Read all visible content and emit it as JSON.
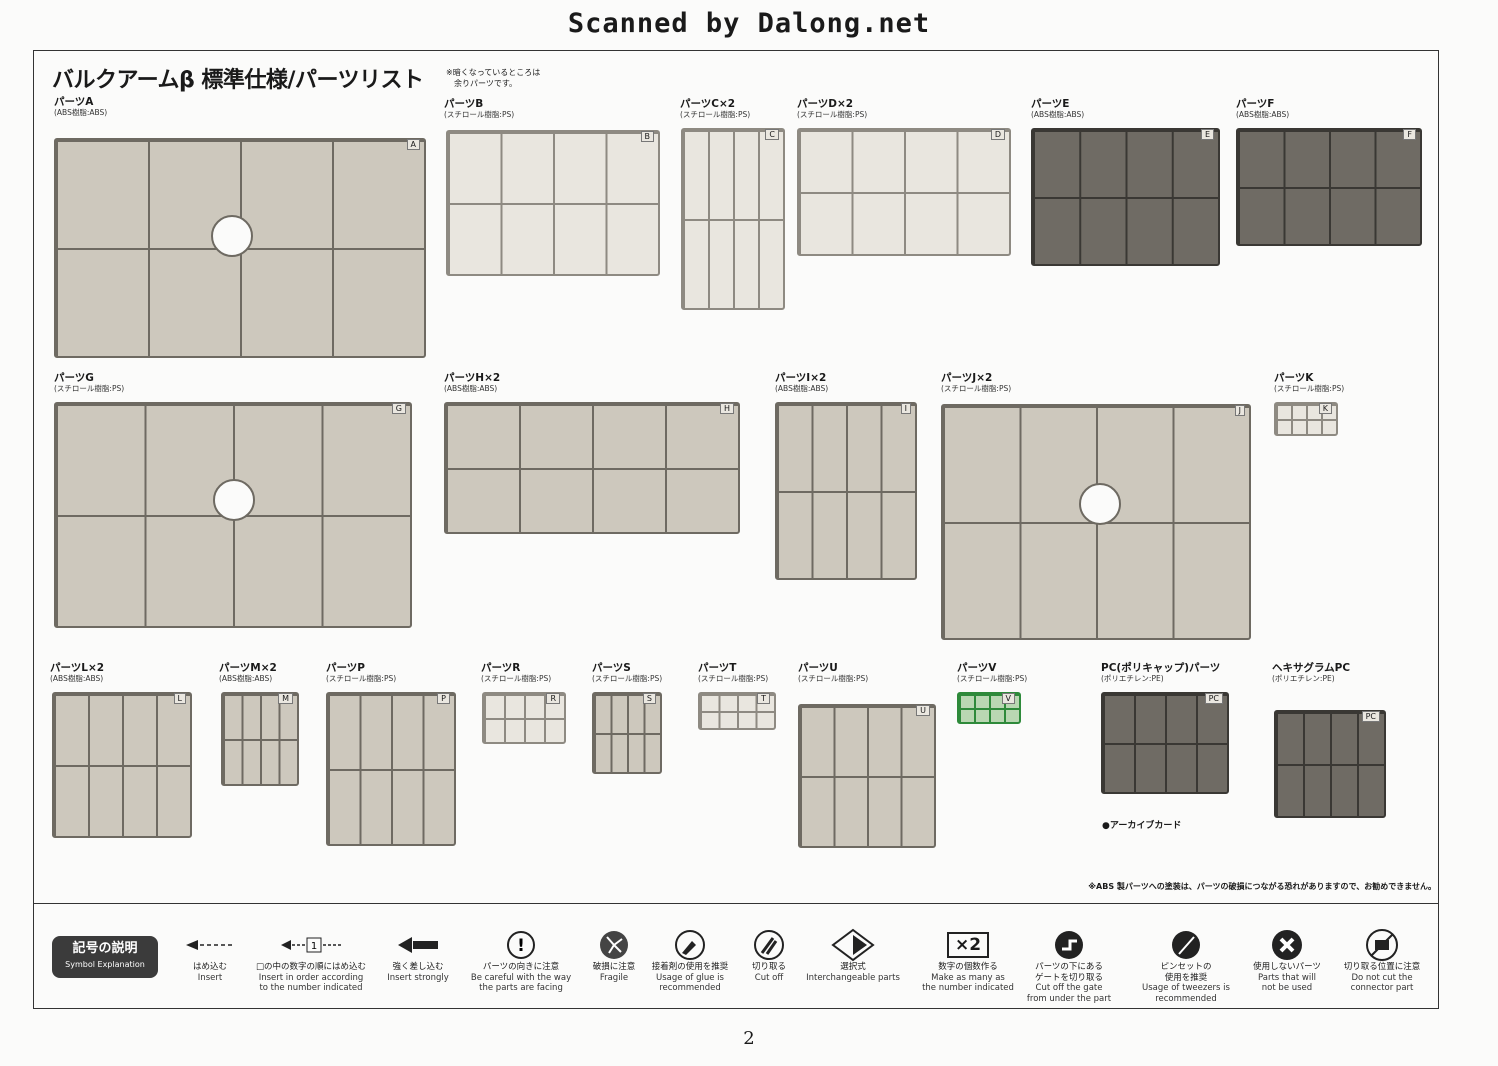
{
  "watermark": "Scanned by Dalong.net",
  "title": "バルクアームβ 標準仕様/パーツリスト",
  "title_note": "※暗くなっているところは\n　余りパーツです。",
  "panels": [
    {
      "name": "パーツA",
      "material": "(ABS樹脂:ABS)",
      "tab": "A"
    },
    {
      "name": "パーツB",
      "material": "(スチロール樹脂:PS)",
      "tab": "B"
    },
    {
      "name": "パーツC×2",
      "material": "(スチロール樹脂:PS)",
      "tab": "C"
    },
    {
      "name": "パーツD×2",
      "material": "(スチロール樹脂:PS)",
      "tab": "D"
    },
    {
      "name": "パーツE",
      "material": "(ABS樹脂:ABS)",
      "tab": "E"
    },
    {
      "name": "パーツF",
      "material": "(ABS樹脂:ABS)",
      "tab": "F"
    },
    {
      "name": "パーツG",
      "material": "(スチロール樹脂:PS)",
      "tab": "G"
    },
    {
      "name": "パーツH×2",
      "material": "(ABS樹脂:ABS)",
      "tab": "H"
    },
    {
      "name": "パーツI×2",
      "material": "(ABS樹脂:ABS)",
      "tab": "I"
    },
    {
      "name": "パーツJ×2",
      "material": "(スチロール樹脂:PS)",
      "tab": "J"
    },
    {
      "name": "パーツK",
      "material": "(スチロール樹脂:PS)",
      "tab": "K"
    },
    {
      "name": "パーツL×2",
      "material": "(ABS樹脂:ABS)",
      "tab": "L"
    },
    {
      "name": "パーツM×2",
      "material": "(ABS樹脂:ABS)",
      "tab": "M"
    },
    {
      "name": "パーツP",
      "material": "(スチロール樹脂:PS)",
      "tab": "P"
    },
    {
      "name": "パーツR",
      "material": "(スチロール樹脂:PS)",
      "tab": "R"
    },
    {
      "name": "パーツS",
      "material": "(スチロール樹脂:PS)",
      "tab": "S"
    },
    {
      "name": "パーツT",
      "material": "(スチロール樹脂:PS)",
      "tab": "T"
    },
    {
      "name": "パーツU",
      "material": "(スチロール樹脂:PS)",
      "tab": "U"
    },
    {
      "name": "パーツV",
      "material": "(スチロール樹脂:PS)",
      "tab": "V"
    },
    {
      "name": "PC(ポリキャップ)パーツ",
      "material": "(ポリエチレン:PE)",
      "tab": "PC"
    },
    {
      "name": "ヘキサグラムPC",
      "material": "(ポリエチレン:PE)",
      "tab": "PC"
    }
  ],
  "archive_card": "●アーカイブカード",
  "overflow_note": "※ABS 製パーツへの塗装は、パーツの破損につながる恐れがありますので、お勧めできません。",
  "legend": {
    "badge_jp": "記号の説明",
    "badge_en": "Symbol Explanation",
    "symbols": [
      {
        "jp": "はめ込む",
        "en": "Insert",
        "icon": "insert-arrow-icon"
      },
      {
        "jp": "□の中の数字の順にはめ込む",
        "en": "Insert in order according\nto the number indicated",
        "icon": "numbered-insert-icon"
      },
      {
        "jp": "強く差し込む",
        "en": "Insert strongly",
        "icon": "strong-insert-icon"
      },
      {
        "jp": "パーツの向きに注意",
        "en": "Be careful with the way\nthe parts are facing",
        "icon": "caution-icon"
      },
      {
        "jp": "破損に注意",
        "en": "Fragile",
        "icon": "fragile-icon"
      },
      {
        "jp": "接着剤の使用を推奨",
        "en": "Usage of glue is\nrecommended",
        "icon": "glue-icon"
      },
      {
        "jp": "切り取る",
        "en": "Cut off",
        "icon": "nipper-icon"
      },
      {
        "jp": "選択式",
        "en": "Interchangeable parts",
        "icon": "interchangeable-icon"
      },
      {
        "jp": "数字の個数作る",
        "en": "Make as many as\nthe number indicated",
        "icon": "times-two-icon"
      },
      {
        "jp": "パーツの下にある\nゲートを切り取る",
        "en": "Cut off the gate\nfrom under the part",
        "icon": "gate-cut-icon"
      },
      {
        "jp": "ピンセットの\n使用を推奨",
        "en": "Usage of tweezers is\nrecommended",
        "icon": "tweezers-icon"
      },
      {
        "jp": "使用しないパーツ",
        "en": "Parts that will\nnot be used",
        "icon": "unused-x-icon"
      },
      {
        "jp": "切り取る位置に注意",
        "en": "Do not cut the\nconnector part",
        "icon": "cut-position-icon"
      }
    ],
    "times_two_label": "×2"
  },
  "page_number": "2"
}
